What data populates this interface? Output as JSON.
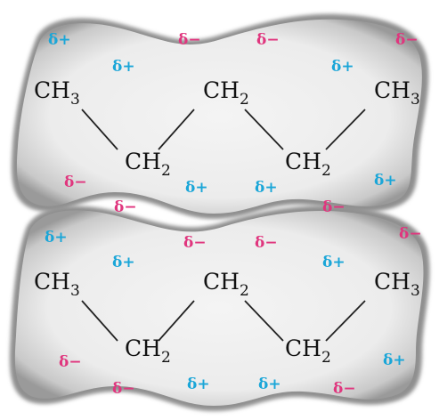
{
  "colors": {
    "positive": "#1aa6d8",
    "negative": "#e0367e",
    "bond": "#222222",
    "cloud_fill": "#efefef",
    "cloud_edge": "#8a8a8a"
  },
  "charges": {
    "positive": "δ+",
    "negative": "δ−"
  },
  "molecules": [
    {
      "name": "top-molecule",
      "groups": [
        {
          "base": "CH",
          "sub": "3"
        },
        {
          "base": "CH",
          "sub": "2"
        },
        {
          "base": "CH",
          "sub": "2"
        },
        {
          "base": "CH",
          "sub": "2"
        },
        {
          "base": "CH",
          "sub": "3"
        }
      ]
    },
    {
      "name": "bottom-molecule",
      "groups": [
        {
          "base": "CH",
          "sub": "3"
        },
        {
          "base": "CH",
          "sub": "2"
        },
        {
          "base": "CH",
          "sub": "2"
        },
        {
          "base": "CH",
          "sub": "2"
        },
        {
          "base": "CH",
          "sub": "3"
        }
      ]
    }
  ]
}
